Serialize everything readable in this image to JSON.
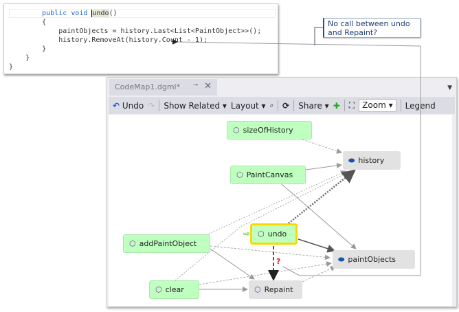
{
  "code": {
    "lines": [
      {
        "indent": "        ",
        "kw": "public void ",
        "sel": "undo",
        "rest": "()"
      },
      {
        "text": "        {"
      },
      {
        "text": "            paintObjects = history.Last<List<PaintObject>>();"
      },
      {
        "text": "            history.RemoveAt(history.Count - 1);"
      },
      {
        "text": "        }"
      },
      {
        "text": "    }"
      },
      {
        "text": "}"
      }
    ]
  },
  "callout": {
    "line1": "No call between undo",
    "line2": "and Repaint?"
  },
  "window": {
    "tab": "CodeMap1.dgml*",
    "pin": "⊸",
    "close": "✕",
    "menu": "▼"
  },
  "toolbar": {
    "undo": "Undo",
    "show_related": "Show Related ▾",
    "layout": "Layout ▾",
    "share": "Share ▾",
    "zoom": "Zoom",
    "legend": "Legend"
  },
  "nodes": {
    "sizeOfHistory": "sizeOfHistory",
    "history": "history",
    "PaintCanvas": "PaintCanvas",
    "undo": "undo",
    "addPaintObject": "addPaintObject",
    "paintObjects": "paintObjects",
    "clear": "clear",
    "Repaint": "Repaint"
  },
  "question": "?",
  "colors": {
    "method_node": "#bfffbf",
    "field_node": "#e2e2e2",
    "selected_border": "#ffd700",
    "missing_link": "#c0281e"
  }
}
